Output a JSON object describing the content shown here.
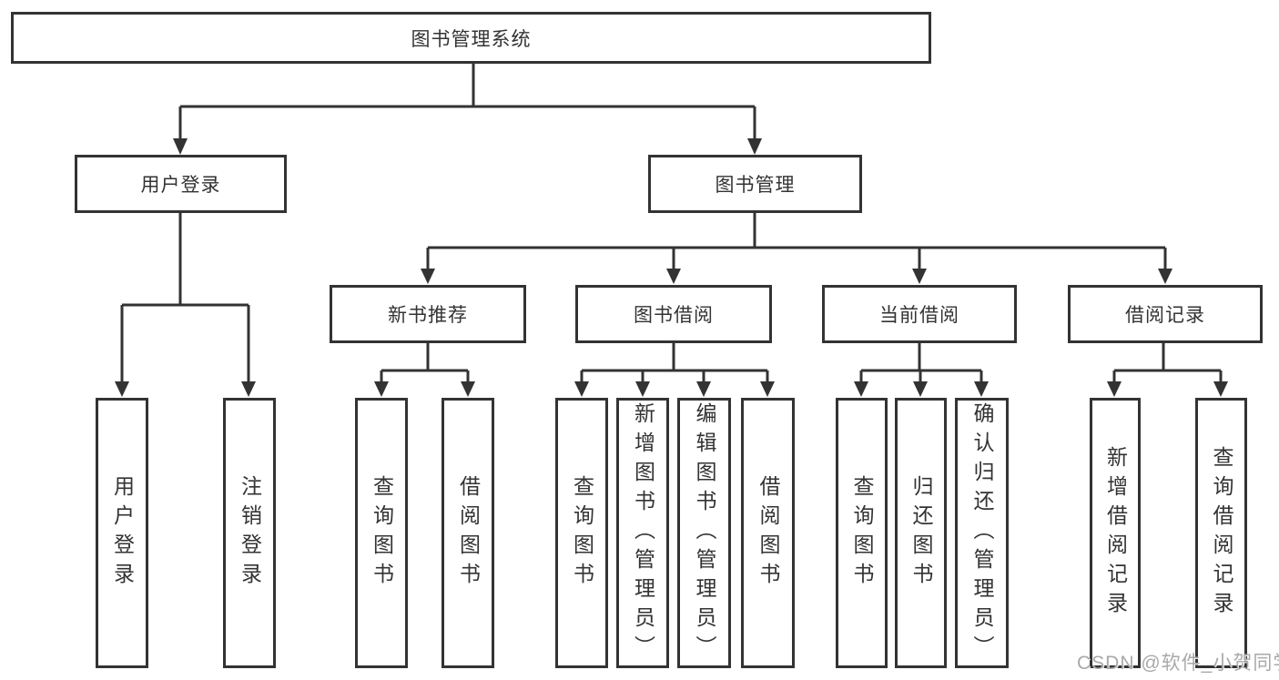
{
  "diagram": {
    "type": "functional-structure-tree",
    "tree": {
      "label": "图书管理系统",
      "children": [
        {
          "label": "用户登录",
          "children": [
            {
              "label": "用户登录"
            },
            {
              "label": "注销登录"
            }
          ]
        },
        {
          "label": "图书管理",
          "children": [
            {
              "label": "新书推荐",
              "children": [
                {
                  "label": "查询图书"
                },
                {
                  "label": "借阅图书"
                }
              ]
            },
            {
              "label": "图书借阅",
              "children": [
                {
                  "label": "查询图书"
                },
                {
                  "label": "新增图书（管理员）"
                },
                {
                  "label": "编辑图书（管理员）"
                },
                {
                  "label": "借阅图书"
                }
              ]
            },
            {
              "label": "当前借阅",
              "children": [
                {
                  "label": "查询图书"
                },
                {
                  "label": "归还图书"
                },
                {
                  "label": "确认归还（管理员）"
                }
              ]
            },
            {
              "label": "借阅记录",
              "children": [
                {
                  "label": "新增借阅记录"
                },
                {
                  "label": "查询借阅记录"
                }
              ]
            }
          ]
        }
      ]
    },
    "colors": {
      "line": "#333333",
      "text": "#333333",
      "box_background": "#ffffff",
      "page_background": "#ffffff",
      "watermark": "#a9a9a9"
    }
  },
  "watermark": {
    "text": "CSDN @软件_小贺同学"
  }
}
